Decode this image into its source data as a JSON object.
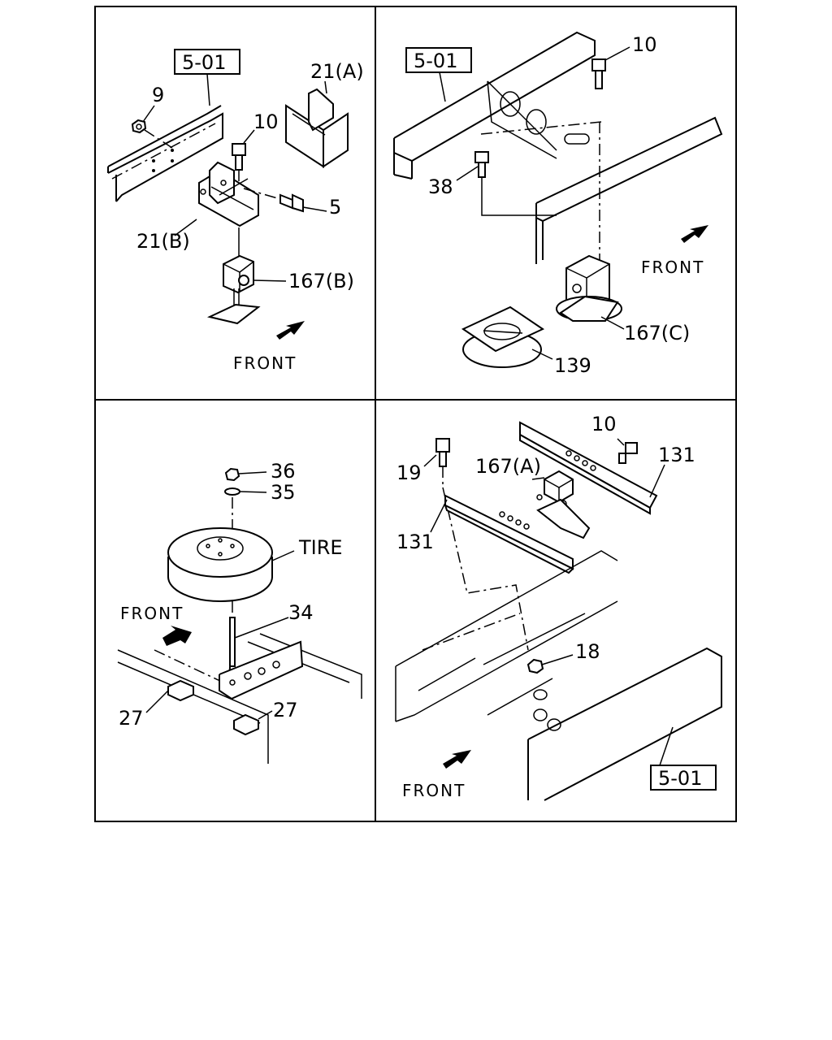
{
  "panels": [
    {
      "id": "top-left",
      "ref_box": "5-01",
      "labels": [
        "9",
        "10",
        "21(A)",
        "21(B)",
        "5",
        "167(B)"
      ],
      "front": "FRONT"
    },
    {
      "id": "top-right",
      "ref_box": "5-01",
      "labels": [
        "10",
        "38",
        "167(C)",
        "139"
      ],
      "front": "FRONT"
    },
    {
      "id": "bottom-left",
      "labels": [
        "36",
        "35",
        "TIRE",
        "34",
        "27",
        "27"
      ],
      "front": "FRONT"
    },
    {
      "id": "bottom-right",
      "ref_box": "5-01",
      "labels": [
        "10",
        "131",
        "19",
        "167(A)",
        "131",
        "18"
      ],
      "front": "FRONT"
    }
  ],
  "icons": [
    "front-arrow-icon",
    "bolt-icon",
    "nut-icon",
    "washer-icon"
  ]
}
